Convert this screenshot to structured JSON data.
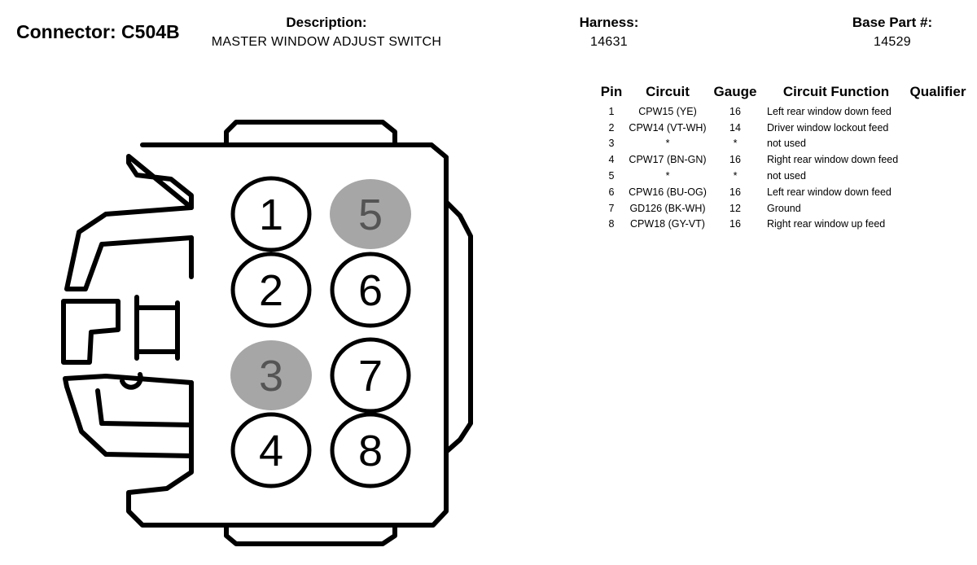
{
  "header": {
    "connector_label": "Connector: C504B",
    "description_label": "Description:",
    "description_value": "MASTER WINDOW ADJUST SWITCH",
    "harness_label": "Harness:",
    "harness_value": "14631",
    "base_part_label": "Base Part #:",
    "base_part_value": "14529"
  },
  "table": {
    "columns": [
      "Pin",
      "Circuit",
      "Gauge",
      "Circuit Function",
      "Qualifier"
    ],
    "rows": [
      {
        "pin": "1",
        "circuit": "CPW15 (YE)",
        "gauge": "16",
        "function": "Left rear window down feed",
        "qualifier": ""
      },
      {
        "pin": "2",
        "circuit": "CPW14 (VT-WH)",
        "gauge": "14",
        "function": "Driver window lockout feed",
        "qualifier": ""
      },
      {
        "pin": "3",
        "circuit": "*",
        "gauge": "*",
        "function": "not used",
        "qualifier": ""
      },
      {
        "pin": "4",
        "circuit": "CPW17 (BN-GN)",
        "gauge": "16",
        "function": "Right rear window down feed",
        "qualifier": ""
      },
      {
        "pin": "5",
        "circuit": "*",
        "gauge": "*",
        "function": "not used",
        "qualifier": ""
      },
      {
        "pin": "6",
        "circuit": "CPW16 (BU-OG)",
        "gauge": "16",
        "function": "Left rear window down feed",
        "qualifier": ""
      },
      {
        "pin": "7",
        "circuit": "GD126 (BK-WH)",
        "gauge": "12",
        "function": "Ground",
        "qualifier": ""
      },
      {
        "pin": "8",
        "circuit": "CPW18 (GY-VT)",
        "gauge": "16",
        "function": "Right rear window up feed",
        "qualifier": ""
      }
    ]
  },
  "connector": {
    "pins": [
      {
        "label": "1",
        "used": true
      },
      {
        "label": "2",
        "used": true
      },
      {
        "label": "3",
        "used": false
      },
      {
        "label": "4",
        "used": true
      },
      {
        "label": "5",
        "used": false
      },
      {
        "label": "6",
        "used": true
      },
      {
        "label": "7",
        "used": true
      },
      {
        "label": "8",
        "used": true
      }
    ],
    "unused_fill": "#a6a6a6",
    "unused_text_color": "#555555",
    "outline_color": "#000000"
  }
}
